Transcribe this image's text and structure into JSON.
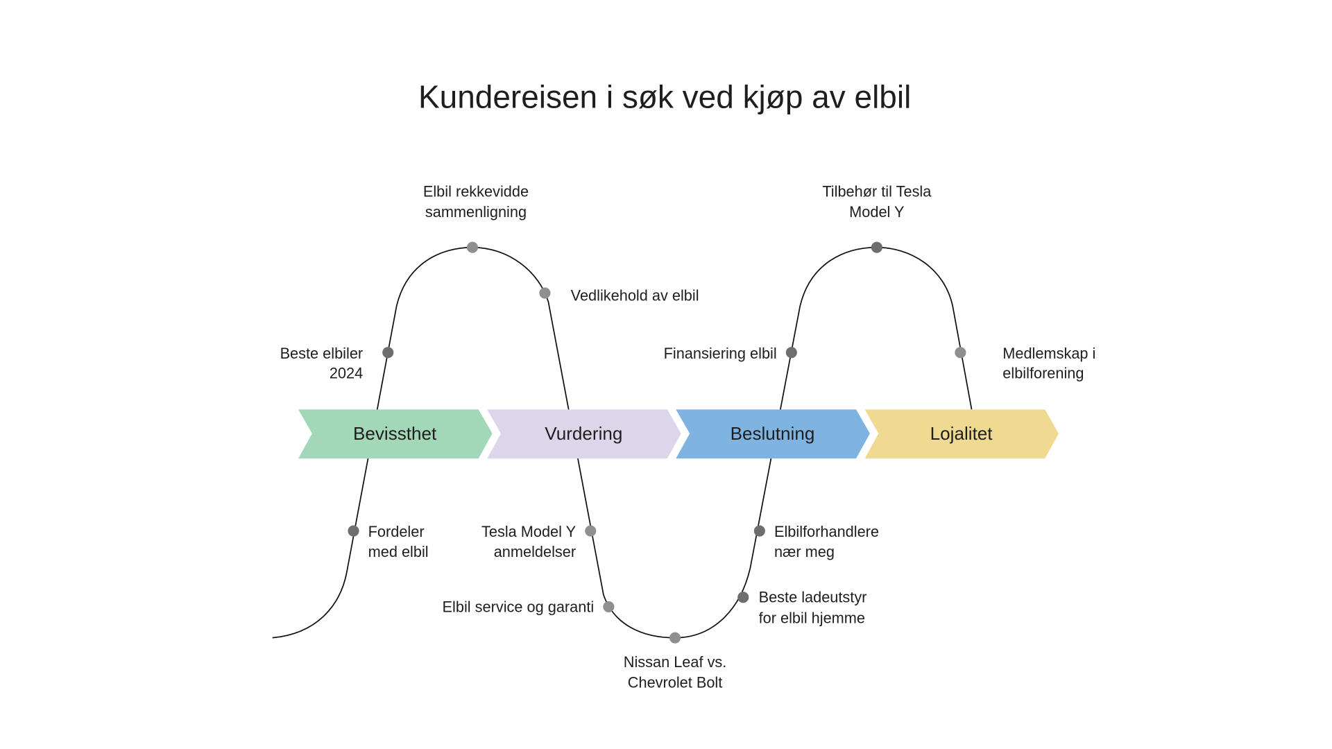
{
  "title": "Kundereisen i søk ved kjøp av elbil",
  "colors": {
    "awareness": "#a2d7b8",
    "consideration": "#ddd5ea",
    "decision": "#7eb3e2",
    "loyalty": "#f0da92",
    "dot_dark": "#6e6e6e",
    "dot_light": "#8f8f8f",
    "line": "#111111"
  },
  "stages": [
    {
      "label": "Bevissthet"
    },
    {
      "label": "Vurdering"
    },
    {
      "label": "Beslutning"
    },
    {
      "label": "Lojalitet"
    }
  ],
  "touchpoints": {
    "beste_elbiler": [
      "Beste elbiler",
      "2024"
    ],
    "rekkevidde": [
      "Elbil rekkevidde",
      "sammenligning"
    ],
    "vedlikehold": [
      "Vedlikehold av elbil"
    ],
    "finansiering": [
      "Finansiering elbil"
    ],
    "tilbehor": [
      "Tilbehør til Tesla",
      "Model Y"
    ],
    "medlemskap": [
      "Medlemskap i",
      "elbilforening"
    ],
    "fordeler": [
      "Fordeler",
      "med elbil"
    ],
    "tesla_anmeldelser": [
      "Tesla Model Y",
      "anmeldelser"
    ],
    "service": [
      "Elbil service og garanti"
    ],
    "nissan": [
      "Nissan Leaf vs.",
      "Chevrolet Bolt"
    ],
    "forhandlere": [
      "Elbilforhandlere",
      "nær meg"
    ],
    "ladeutstyr": [
      "Beste ladeutstyr",
      "for elbil hjemme"
    ]
  }
}
